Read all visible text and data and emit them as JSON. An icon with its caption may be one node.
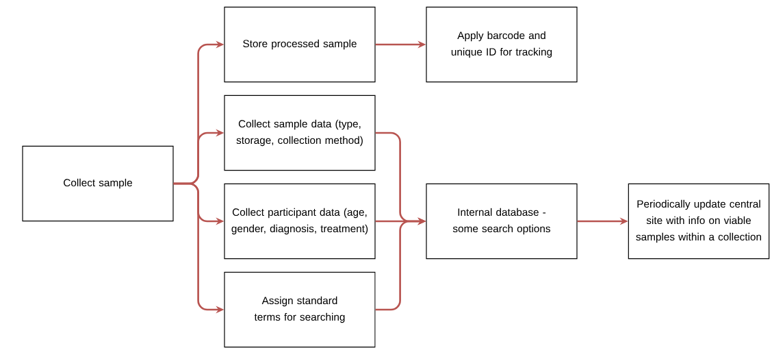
{
  "diagram": {
    "nodes": [
      {
        "text": [
          "Collect sample"
        ]
      },
      {
        "text": [
          "Store processed sample"
        ]
      },
      {
        "text": [
          "Apply barcode and unique ID for tracking"
        ]
      },
      {
        "text": [
          "Collect sample data (type, storage, collection method)"
        ]
      },
      {
        "text": [
          "Collect participant data (age, gender, diagnosis, treatment)"
        ]
      },
      {
        "text": [
          "Assign standard terms for searching"
        ]
      },
      {
        "text": [
          "Internal database - some search options"
        ]
      },
      {
        "text": [
          "Periodically update central site with info on viable samples within a collection"
        ]
      }
    ],
    "edges": [
      {
        "from": 0,
        "to": 1,
        "arrow": "to"
      },
      {
        "from": 0,
        "to": 3,
        "arrow": "to"
      },
      {
        "from": 0,
        "to": 4,
        "arrow": "to"
      },
      {
        "from": 0,
        "to": 5,
        "arrow": "to"
      },
      {
        "from": 1,
        "to": 2,
        "arrow": "to"
      },
      {
        "from": 3,
        "to": 6,
        "arrow": "to"
      },
      {
        "from": 4,
        "to": 6,
        "arrow": "to"
      },
      {
        "from": 5,
        "to": 6,
        "arrow": "to"
      },
      {
        "from": 6,
        "to": 7,
        "arrow": "to"
      }
    ]
  }
}
